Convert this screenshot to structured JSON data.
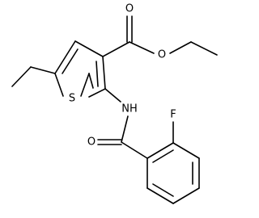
{
  "molecule": {
    "atom_labels": {
      "sulfur": "S",
      "carbonyl_oxygen_ester": "O",
      "ether_oxygen": "O",
      "amide_nitrogen": "NH",
      "carbonyl_oxygen_amide": "O",
      "fluorine": "F"
    },
    "colors": {
      "bond": "#000000",
      "label": "#000000",
      "background": "#ffffff"
    }
  }
}
